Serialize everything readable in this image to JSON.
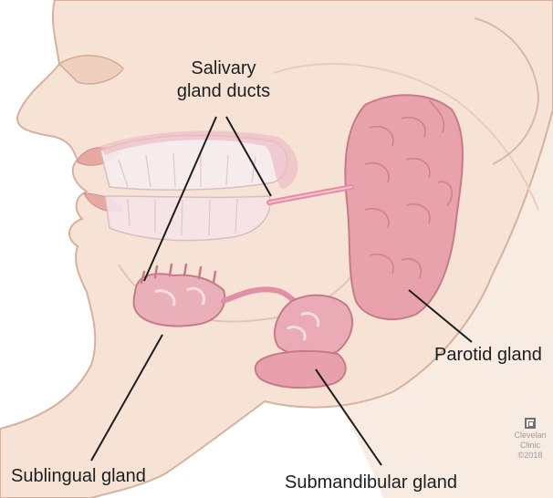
{
  "labels": {
    "ducts_line1": "Salivary",
    "ducts_line2": "gland ducts",
    "parotid": "Parotid gland",
    "sublingual": "Sublingual gland",
    "submandibular": "Submandibular gland"
  },
  "watermark": {
    "line1": "Clevelan",
    "line2": "Clinic",
    "line3": "©2018"
  },
  "colors": {
    "skin": "#f6e3d5",
    "skin_shadow": "#e9c7b3",
    "outline": "#c9998a",
    "gland": "#e7a2ab",
    "gland_dark": "#c97a88",
    "duct": "#e38ea7",
    "teeth": "#f7eef0",
    "leader": "#1e1e1e"
  }
}
